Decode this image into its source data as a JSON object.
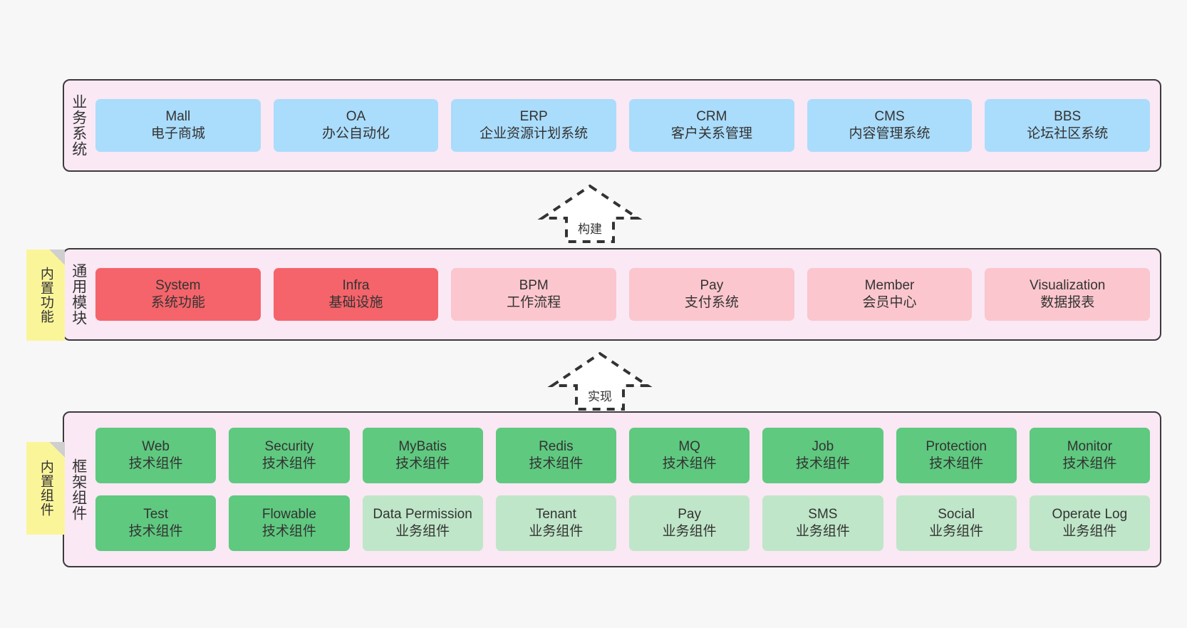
{
  "diagram": {
    "background_color": "#f7f7f7",
    "panel_fill": "#fae8f4",
    "panel_border": "#3b3b3b",
    "note_fill": "#fbf59a"
  },
  "layers": [
    {
      "id": "business",
      "title": "业务系统",
      "rows": [
        {
          "nodes": [
            {
              "name": "Mall",
              "sub": "电子商城",
              "color": "#aadcfb",
              "style": "c-blue"
            },
            {
              "name": "OA",
              "sub": "办公自动化",
              "color": "#aadcfb",
              "style": "c-blue"
            },
            {
              "name": "ERP",
              "sub": "企业资源计划系统",
              "color": "#aadcfb",
              "style": "c-blue"
            },
            {
              "name": "CRM",
              "sub": "客户关系管理",
              "color": "#aadcfb",
              "style": "c-blue"
            },
            {
              "name": "CMS",
              "sub": "内容管理系统",
              "color": "#aadcfb",
              "style": "c-blue"
            },
            {
              "name": "BBS",
              "sub": "论坛社区系统",
              "color": "#aadcfb",
              "style": "c-blue"
            }
          ]
        }
      ]
    },
    {
      "id": "common",
      "title": "通用模块",
      "rows": [
        {
          "nodes": [
            {
              "name": "System",
              "sub": "系统功能",
              "color": "#f4646a",
              "style": "c-red"
            },
            {
              "name": "Infra",
              "sub": "基础设施",
              "color": "#f4646a",
              "style": "c-red"
            },
            {
              "name": "BPM",
              "sub": "工作流程",
              "color": "#fbc6cd",
              "style": "c-pink"
            },
            {
              "name": "Pay",
              "sub": "支付系统",
              "color": "#fbc6cd",
              "style": "c-pink"
            },
            {
              "name": "Member",
              "sub": "会员中心",
              "color": "#fbc6cd",
              "style": "c-pink"
            },
            {
              "name": "Visualization",
              "sub": "数据报表",
              "color": "#fbc6cd",
              "style": "c-pink"
            }
          ]
        }
      ]
    },
    {
      "id": "framework",
      "title": "框架组件",
      "rows": [
        {
          "nodes": [
            {
              "name": "Web",
              "sub": "技术组件",
              "color": "#5fc97f",
              "style": "c-green"
            },
            {
              "name": "Security",
              "sub": "技术组件",
              "color": "#5fc97f",
              "style": "c-green"
            },
            {
              "name": "MyBatis",
              "sub": "技术组件",
              "color": "#5fc97f",
              "style": "c-green"
            },
            {
              "name": "Redis",
              "sub": "技术组件",
              "color": "#5fc97f",
              "style": "c-green"
            },
            {
              "name": "MQ",
              "sub": "技术组件",
              "color": "#5fc97f",
              "style": "c-green"
            },
            {
              "name": "Job",
              "sub": "技术组件",
              "color": "#5fc97f",
              "style": "c-green"
            },
            {
              "name": "Protection",
              "sub": "技术组件",
              "color": "#5fc97f",
              "style": "c-green"
            },
            {
              "name": "Monitor",
              "sub": "技术组件",
              "color": "#5fc97f",
              "style": "c-green"
            }
          ]
        },
        {
          "nodes": [
            {
              "name": "Test",
              "sub": "技术组件",
              "color": "#5fc97f",
              "style": "c-green"
            },
            {
              "name": "Flowable",
              "sub": "技术组件",
              "color": "#5fc97f",
              "style": "c-green"
            },
            {
              "name": "Data Permission",
              "sub": "业务组件",
              "color": "#bfe6c8",
              "style": "c-lightgreen",
              "wrap": true
            },
            {
              "name": "Tenant",
              "sub": "业务组件",
              "color": "#bfe6c8",
              "style": "c-lightgreen"
            },
            {
              "name": "Pay",
              "sub": "业务组件",
              "color": "#bfe6c8",
              "style": "c-lightgreen"
            },
            {
              "name": "SMS",
              "sub": "业务组件",
              "color": "#bfe6c8",
              "style": "c-lightgreen"
            },
            {
              "name": "Social",
              "sub": "业务组件",
              "color": "#bfe6c8",
              "style": "c-lightgreen"
            },
            {
              "name": "Operate Log",
              "sub": "业务组件",
              "color": "#bfe6c8",
              "style": "c-lightgreen"
            }
          ]
        }
      ]
    }
  ],
  "notes": [
    {
      "id": "functions",
      "label": "内置功能"
    },
    {
      "id": "components",
      "label": "内置组件"
    }
  ],
  "arrows": [
    {
      "id": "build",
      "label": "构建",
      "direction": "up",
      "style": "dashed-hollow"
    },
    {
      "id": "realize",
      "label": "实现",
      "direction": "up",
      "style": "dashed-hollow"
    }
  ]
}
